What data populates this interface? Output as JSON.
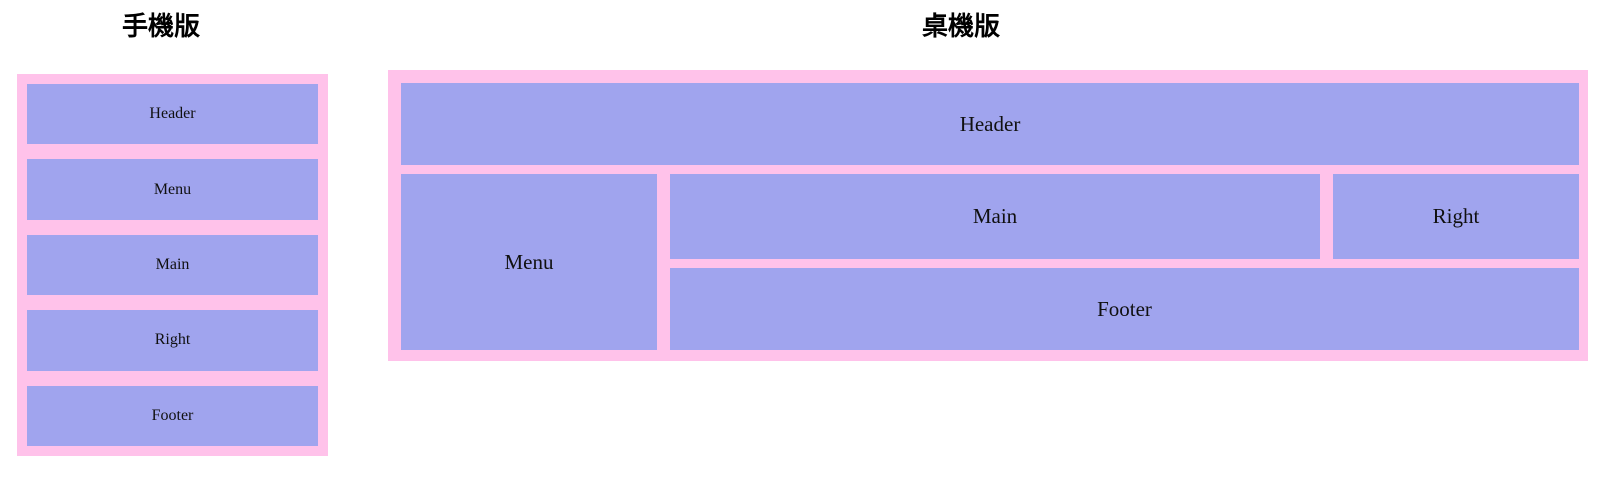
{
  "page": {
    "background_color": "#ffffff",
    "block_color": "#a0a4ee",
    "frame_color": "#ffc2ea",
    "text_color": "#101010"
  },
  "mobile": {
    "title": "手機版",
    "blocks": [
      {
        "label": "Header"
      },
      {
        "label": "Menu"
      },
      {
        "label": "Main"
      },
      {
        "label": "Right"
      },
      {
        "label": "Footer"
      }
    ]
  },
  "desktop": {
    "title": "桌機版",
    "blocks": [
      {
        "label": "Header"
      },
      {
        "label": "Menu"
      },
      {
        "label": "Main"
      },
      {
        "label": "Right"
      },
      {
        "label": "Footer"
      }
    ]
  }
}
